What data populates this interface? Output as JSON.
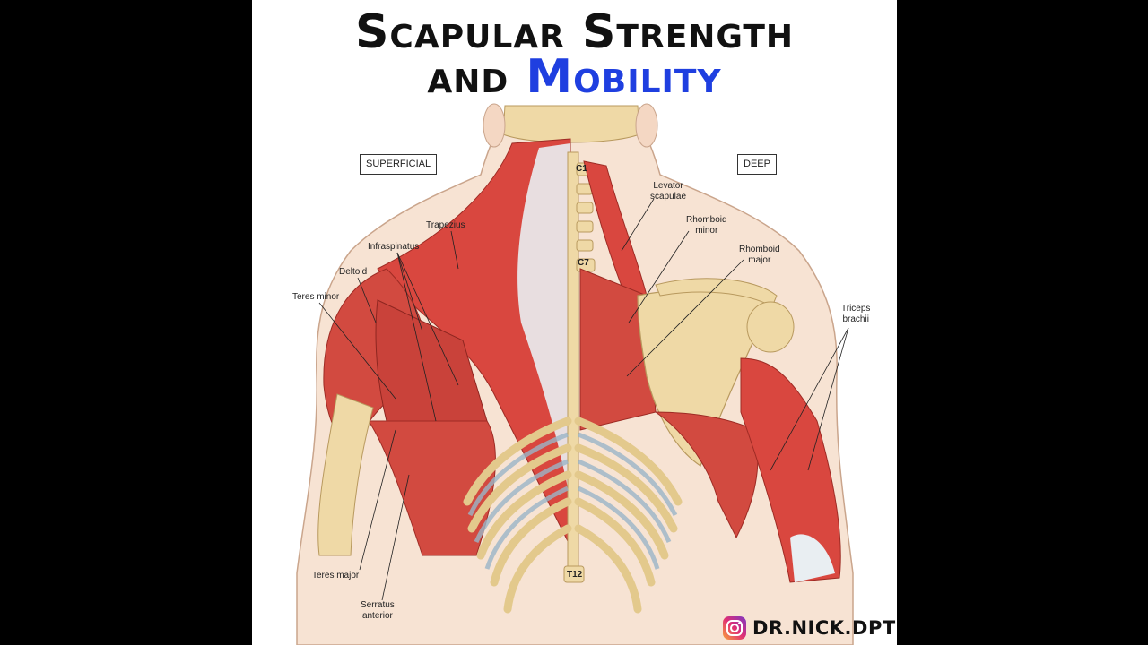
{
  "title": {
    "line1": "Scapular Strength",
    "line2_prefix": "and ",
    "line2_accent": "Mobility"
  },
  "tags": {
    "superficial": "SUPERFICIAL",
    "deep": "DEEP"
  },
  "labels": {
    "trapezius": "Trapezius",
    "infraspinatus": "Infraspinatus",
    "deltoid": "Deltoid",
    "teres_minor": "Teres minor",
    "teres_major": "Teres major",
    "serratus_anterior": "Serratus\nanterior",
    "levator_scapulae": "Levator\nscapulae",
    "rhomboid_minor": "Rhomboid\nminor",
    "rhomboid_major": "Rhomboid\nmajor",
    "triceps_brachii": "Triceps\nbrachii"
  },
  "vertebrae": {
    "c1": "C1",
    "c7": "C7",
    "t12": "T12"
  },
  "watermark": {
    "handle": "DR.NICK.DPT",
    "icon": "instagram-icon"
  },
  "colors": {
    "accent": "#1f3fe0",
    "muscle": "#d9473f",
    "bone": "#edd7a0",
    "rib_gap": "#9bb6c8",
    "tendon": "#e9eef2"
  }
}
